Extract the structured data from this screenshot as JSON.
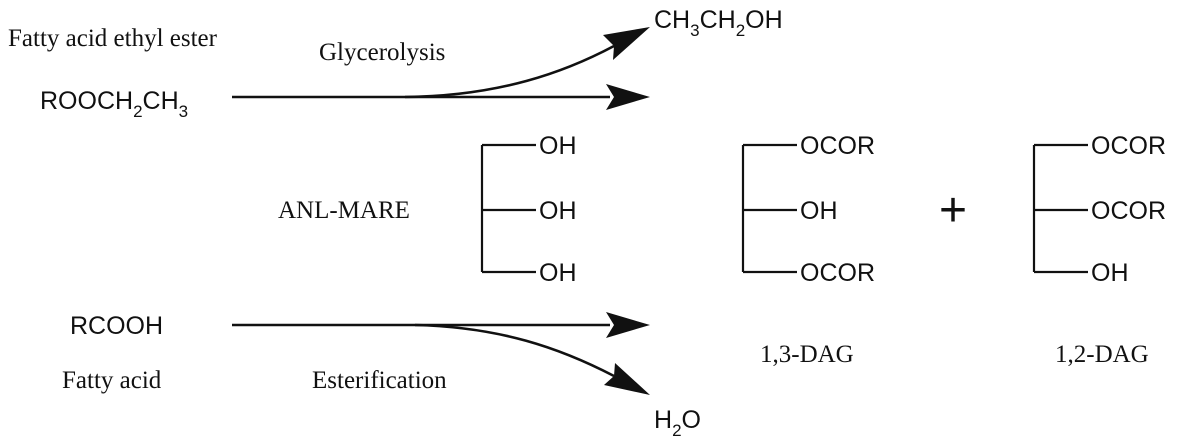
{
  "top_left_label": "Fatty acid ethyl ester",
  "top_reaction": "Glycerolysis",
  "bottom_reaction": "Esterification",
  "ethyl_ester": {
    "main": "ROOCH",
    "sub1": "2",
    "mid": "CH",
    "sub2": "3"
  },
  "ethanol": {
    "pre": "CH",
    "sub1": "3",
    "mid": "CH",
    "sub2": "2",
    "post": "OH"
  },
  "fatty_acid_formula": "RCOOH",
  "fatty_acid_label": "Fatty acid",
  "water": {
    "pre": "H",
    "sub": "2",
    "post": "O"
  },
  "catalyst": "ANL-MARE",
  "glycerol": {
    "groups": [
      "OH",
      "OH",
      "OH"
    ]
  },
  "dag_13": {
    "groups": [
      "OCOR",
      "OH",
      "OCOR"
    ],
    "label": "1,3-DAG"
  },
  "plus_sign": "+",
  "dag_12": {
    "groups": [
      "OCOR",
      "OCOR",
      "OH"
    ],
    "label": "1,2-DAG"
  }
}
